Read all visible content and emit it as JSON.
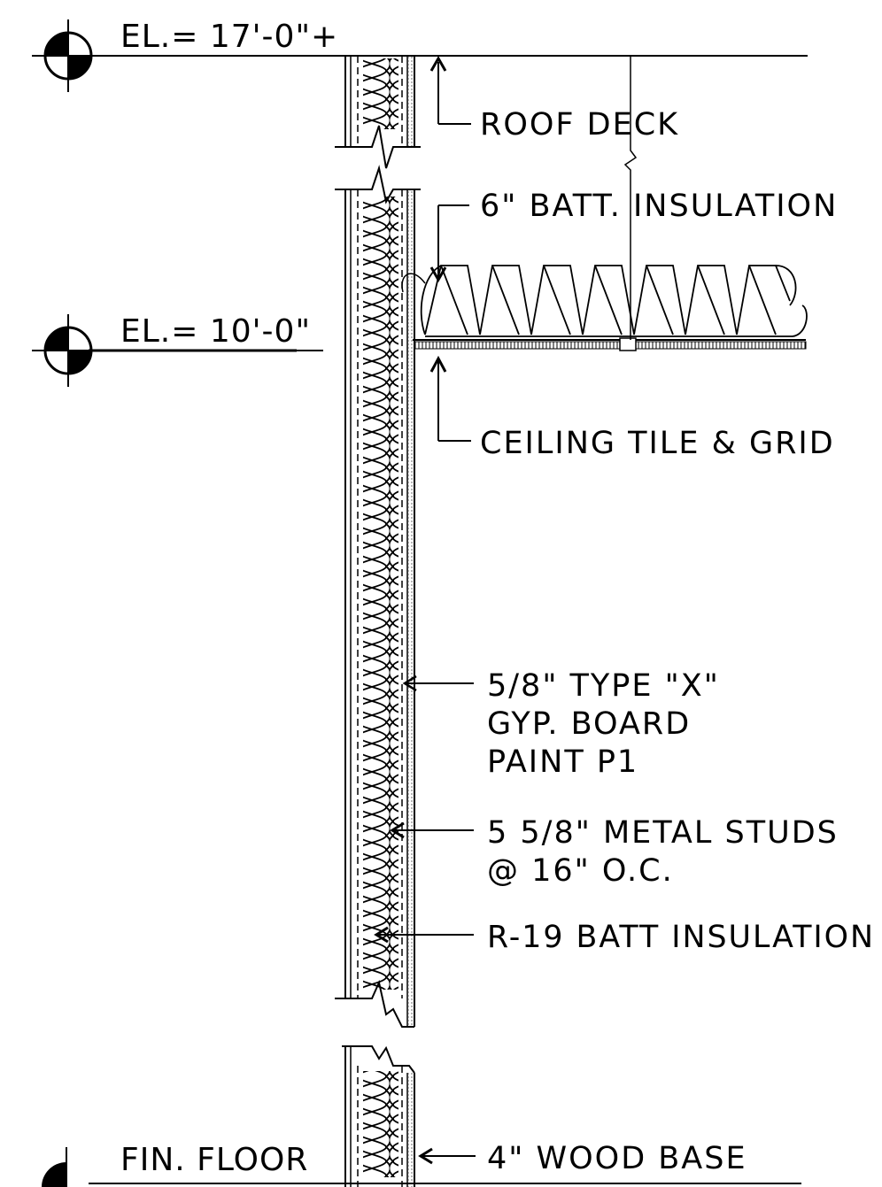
{
  "elevations": {
    "top": "EL.= 17'-0\"+",
    "ceiling": "EL.= 10'-0\"",
    "floor": "FIN. FLOOR"
  },
  "callouts": {
    "roof_deck": "ROOF DECK",
    "batt_insulation": "6\" BATT. INSULATION",
    "ceiling": "CEILING TILE & GRID",
    "gyp_line1": "5/8\" TYPE \"X\"",
    "gyp_line2": "GYP. BOARD",
    "gyp_line3": "PAINT P1",
    "studs_line1": "5 5/8\" METAL STUDS",
    "studs_line2": "@ 16\" O.C.",
    "r19": "R-19 BATT INSULATION",
    "wood_base": "4\" WOOD BASE"
  },
  "colors": {
    "ink": "#000000",
    "paper": "#ffffff"
  }
}
